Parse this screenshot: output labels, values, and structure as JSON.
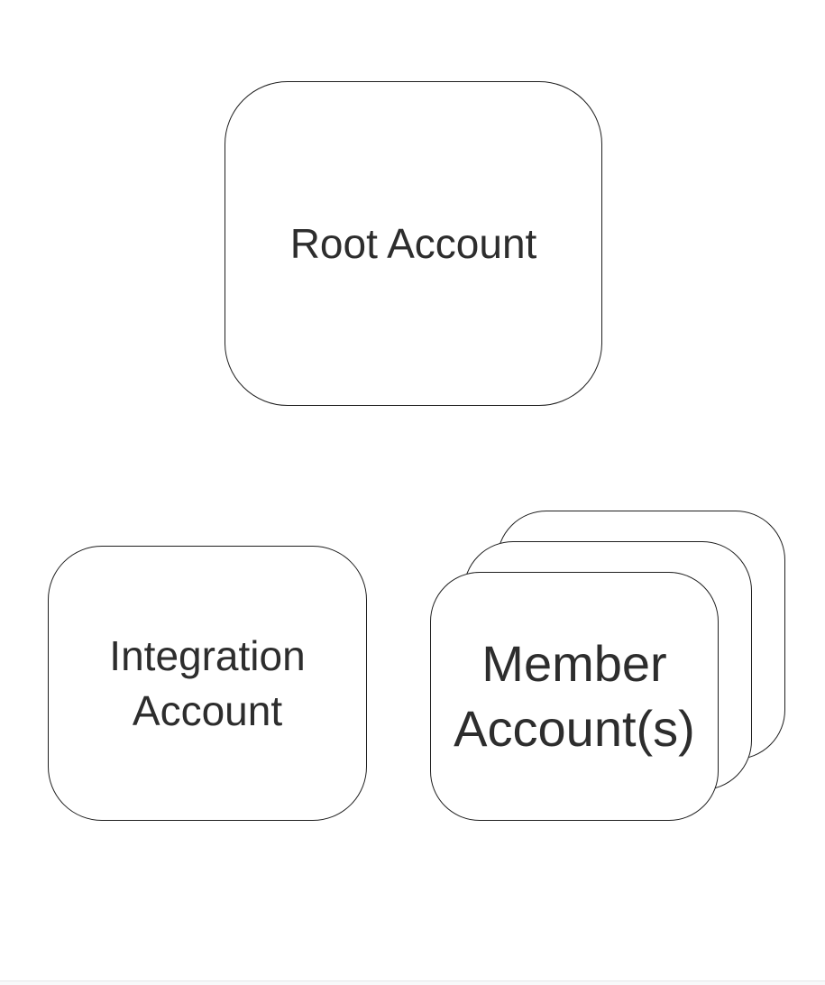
{
  "theme": {
    "background": "#ffffff",
    "stroke": "#1f1f1f",
    "text": "#2d2d2d",
    "edge-line": "#e5e7e9",
    "edge-fill": "#f8f9fa"
  },
  "diagram": {
    "description": "Account hierarchy diagram with three rounded-rectangle nodes",
    "nodes": [
      {
        "id": "root-account",
        "label": "Root Account",
        "shape": "rounded-rectangle"
      },
      {
        "id": "integration-account",
        "label": "Integration Account",
        "shape": "rounded-rectangle"
      },
      {
        "id": "member-accounts",
        "label": "Member Account(s)",
        "shape": "stacked-rounded-rectangles",
        "stack_count": 3
      }
    ]
  }
}
